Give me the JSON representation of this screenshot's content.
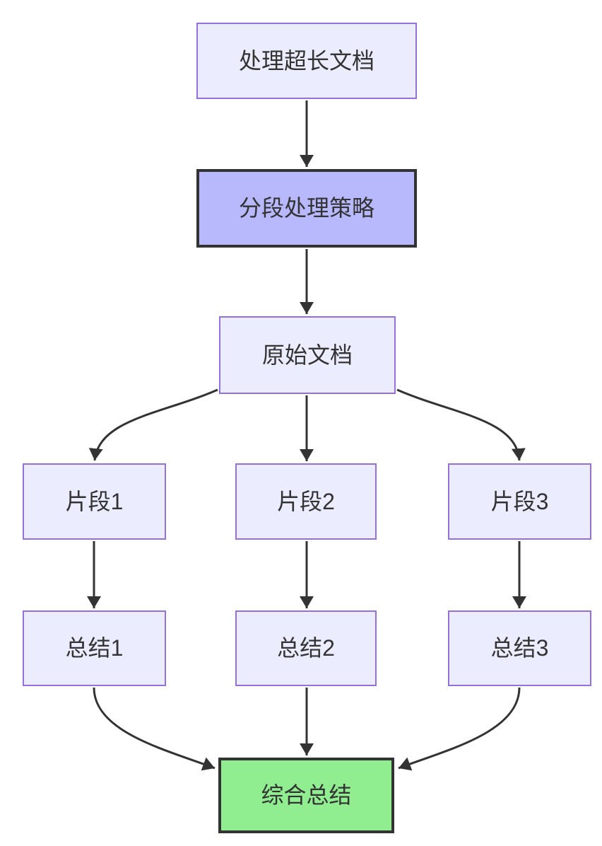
{
  "diagram": {
    "type": "flowchart",
    "direction": "top-down",
    "colors": {
      "background": "#FFFFFF",
      "default_node_fill": "#ECECFF",
      "default_node_border": "#9370DB",
      "strategy_node_fill": "#B8B8FD",
      "strategy_node_border": "#333333",
      "final_node_fill": "#90EE90",
      "final_node_border": "#333333",
      "edge_stroke": "#333333",
      "text_color": "#333333"
    },
    "nodes": [
      {
        "id": "process-doc",
        "label": "处理超长文档",
        "style": "default"
      },
      {
        "id": "strategy",
        "label": "分段处理策略",
        "style": "strategy"
      },
      {
        "id": "source-doc",
        "label": "原始文档",
        "style": "default"
      },
      {
        "id": "fragment-1",
        "label": "片段1",
        "style": "default"
      },
      {
        "id": "fragment-2",
        "label": "片段2",
        "style": "default"
      },
      {
        "id": "fragment-3",
        "label": "片段3",
        "style": "default"
      },
      {
        "id": "summary-1",
        "label": "总结1",
        "style": "default"
      },
      {
        "id": "summary-2",
        "label": "总结2",
        "style": "default"
      },
      {
        "id": "summary-3",
        "label": "总结3",
        "style": "default"
      },
      {
        "id": "final-summary",
        "label": "综合总结",
        "style": "final"
      }
    ],
    "edges": [
      {
        "from": "process-doc",
        "to": "strategy"
      },
      {
        "from": "strategy",
        "to": "source-doc"
      },
      {
        "from": "source-doc",
        "to": "fragment-1"
      },
      {
        "from": "source-doc",
        "to": "fragment-2"
      },
      {
        "from": "source-doc",
        "to": "fragment-3"
      },
      {
        "from": "fragment-1",
        "to": "summary-1"
      },
      {
        "from": "fragment-2",
        "to": "summary-2"
      },
      {
        "from": "fragment-3",
        "to": "summary-3"
      },
      {
        "from": "summary-1",
        "to": "final-summary"
      },
      {
        "from": "summary-2",
        "to": "final-summary"
      },
      {
        "from": "summary-3",
        "to": "final-summary"
      }
    ]
  }
}
